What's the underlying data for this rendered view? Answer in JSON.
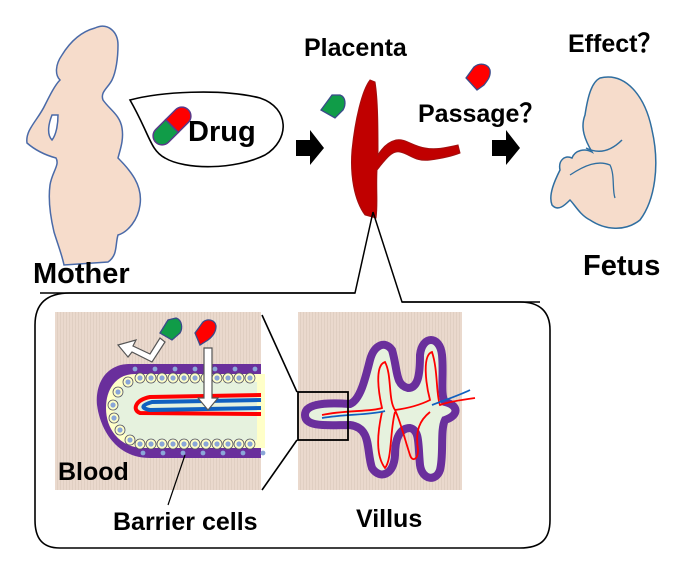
{
  "labels": {
    "mother": "Mother",
    "drug": "Drug",
    "placenta": "Placenta",
    "passage": "Passage？",
    "effect": "Effect？",
    "fetus": "Fetus",
    "blood": "Blood",
    "barrier_cells": "Barrier cells",
    "villus": "Villus"
  },
  "colors": {
    "skin": "#f6dccb",
    "outline": "#4a6aa8",
    "placenta": "#c00000",
    "capsule_red": "#ff0000",
    "capsule_green": "#109c48",
    "tissue_bg": "#e9d9cc",
    "barrier_purple": "#6a2f9c",
    "cell_fill": "#ffffc8",
    "cell_nucleus": "#8aa6d8",
    "core_fill": "#e6f2de",
    "vessel_red": "#ff0000",
    "vessel_blue": "#1060c0"
  }
}
